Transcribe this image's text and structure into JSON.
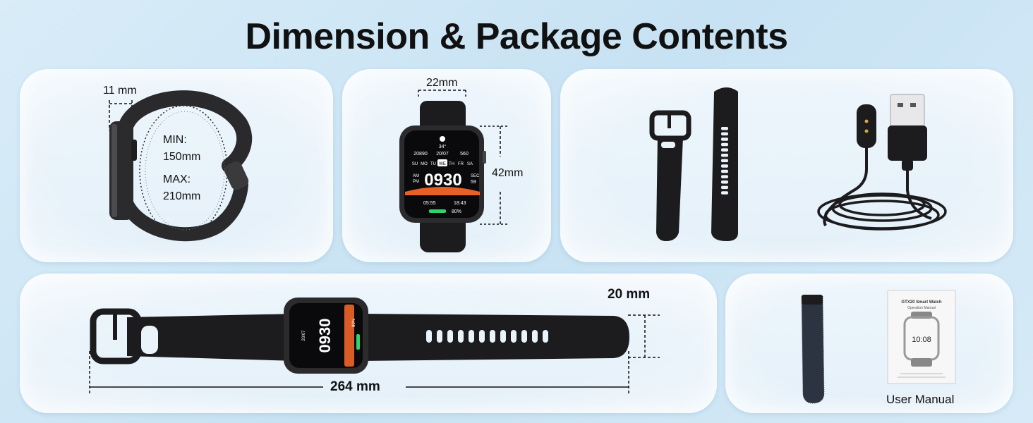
{
  "title": "Dimension & Package Contents",
  "side_view": {
    "thickness": "11 mm",
    "min_label": "MIN:",
    "min_value": "150mm",
    "max_label": "MAX:",
    "max_value": "210mm"
  },
  "front_view": {
    "width": "22mm",
    "height": "42mm",
    "screen": {
      "temp": "34°",
      "steps": "20890",
      "date": "20/07",
      "cal": "560",
      "days": [
        "SU",
        "MO",
        "TU",
        "WE",
        "TH",
        "FR",
        "SA"
      ],
      "active_day": "WE",
      "ampm_top": "AM",
      "ampm_bottom": "PM",
      "time": "0930",
      "sec_label": "SEC",
      "sec": "59",
      "sunrise": "05:55",
      "sunset": "18:43",
      "battery": "80%"
    }
  },
  "length_view": {
    "band_width": "20 mm",
    "length": "264 mm"
  },
  "manual": {
    "label": "User Manual",
    "cover_title": "GTX20 Smart Watch",
    "cover_subtitle": "Operation Manual",
    "cover_time": "10:08"
  },
  "colors": {
    "background": "#cfe6f5",
    "band": "#1c1c1e",
    "screen_accent": "#2fd36b",
    "highlight": "#ff6a2a"
  }
}
